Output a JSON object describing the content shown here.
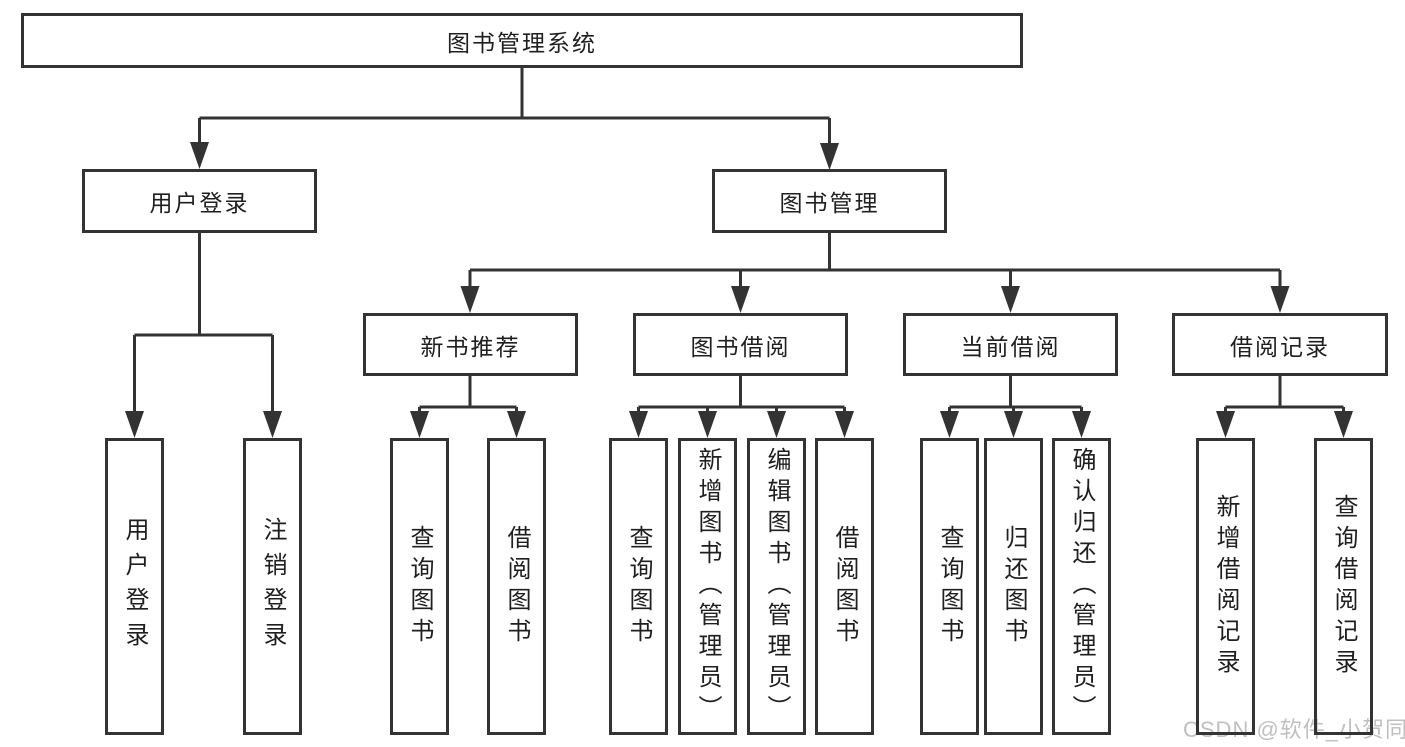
{
  "root": {
    "label": "图书管理系统"
  },
  "level1": {
    "userLogin": {
      "label": "用户登录"
    },
    "bookManagement": {
      "label": "图书管理"
    }
  },
  "level2": {
    "newBookRecommend": {
      "label": "新书推荐"
    },
    "bookBorrow": {
      "label": "图书借阅"
    },
    "currentBorrow": {
      "label": "当前借阅"
    },
    "borrowRecords": {
      "label": "借阅记录"
    }
  },
  "leaves": {
    "userLogin": [
      "用户登录",
      "注销登录"
    ],
    "newBookRecommend": [
      "查询图书",
      "借阅图书"
    ],
    "bookBorrow": [
      "查询图书",
      "新增图书（管理员）",
      "编辑图书（管理员）",
      "借阅图书"
    ],
    "currentBorrow": [
      "查询图书",
      "归还图书",
      "确认归还（管理员）"
    ],
    "borrowRecords": [
      "新增借阅记录",
      "查询借阅记录"
    ]
  },
  "watermark": {
    "text": "CSDN @软件_小贺同学"
  },
  "colors": {
    "line": "#333333",
    "text": "#1f1f1f",
    "watermark": "#c0c0c0",
    "background": "#ffffff"
  }
}
